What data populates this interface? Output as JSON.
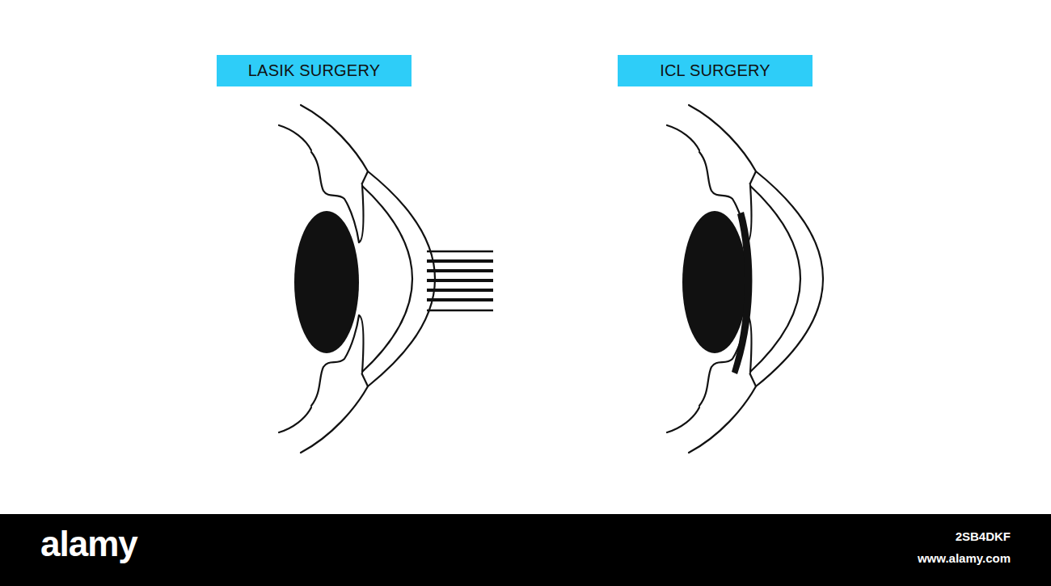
{
  "diagram": {
    "nodes": [
      {
        "text": [
          "LASIK SURGERY"
        ]
      },
      {
        "text": [
          "ICL SURGERY"
        ]
      }
    ],
    "labels": [
      "alamy",
      "2SB4DKF",
      "www.alamy.com"
    ]
  }
}
